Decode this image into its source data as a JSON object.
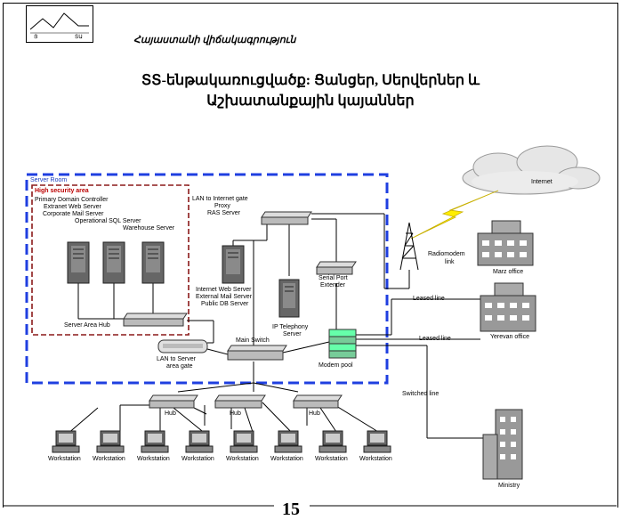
{
  "header": {
    "logo_left": "Յ",
    "logo_right": "ՏԱ",
    "subtitle": "Հայաստանի վիճակագրություն",
    "title_line1": "ՏՏ-ենթակառուցվածք: Ցանցեր, Սերվերներ և",
    "title_line2": "Աշխատանքային կայաններ"
  },
  "diagram": {
    "server_room": "Server Room",
    "high_security_area": "High security area",
    "hs_servers": [
      "Primary Domain Controller",
      "Extranet Web Server",
      "Corporate Mail Server",
      "Operational SQL Server",
      "Warehouse Server"
    ],
    "server_area_hub": "Server Area Hub",
    "lan_gate": [
      "LAN to Internet gate",
      "Proxy",
      "RAS Server"
    ],
    "public_servers": [
      "Internet Web Server",
      "External Mail Server",
      "Public DB Server"
    ],
    "ip_telephony": [
      "IP Telephony",
      "Server"
    ],
    "serial_port": [
      "Serial Port",
      "Extender"
    ],
    "main_switch": "Main Switch",
    "lan_server_gate": [
      "LAN to Server",
      "area gate"
    ],
    "modem_pool": "Modem pool",
    "internet": "Internet",
    "radiomodem": [
      "Radiomodem",
      "link"
    ],
    "marz_office": "Marz office",
    "yerevan_office": "Yerevan office",
    "leased_line_1": "Leased line",
    "leased_line_2": "Leased line",
    "switched_line": "Switched line",
    "ministry": "Ministry",
    "hub_label": "Hub",
    "workstation_label": "Workstation"
  },
  "footer": {
    "page_number": "15"
  },
  "colors": {
    "server_room_border": "#1f3fe0",
    "secure_border": "#8b1a1a",
    "lightning": "#ffee00"
  }
}
